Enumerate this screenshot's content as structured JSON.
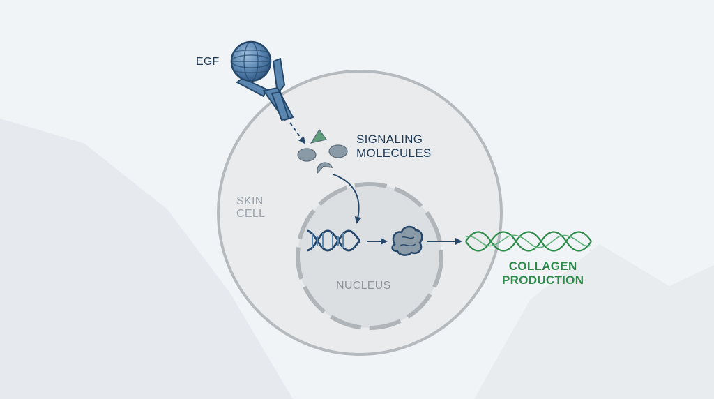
{
  "labels": {
    "egf": "EGF",
    "signaling_molecules": "SIGNALING\nMOLECULES",
    "skin_cell": "SKIN\nCELL",
    "nucleus": "NUCLEUS",
    "collagen_production": "COLLAGEN\nPRODUCTION"
  },
  "colors": {
    "background": "#f1f4f7",
    "cell_fill": "#e9ebed",
    "cell_outline": "#b5babe",
    "nucleus_fill": "#dcdfe2",
    "nucleus_outline": "#b0b5ba",
    "egf_blue": "#4c7aa8",
    "receptor_blue": "#5a86b0",
    "dark_navy": "#24476a",
    "molecule_gray": "#8a9aa6",
    "molecule_green": "#5f9e7c",
    "collagen_green": "#2e8a4a"
  },
  "icons": {
    "egf": "egf-sphere-icon",
    "receptor": "receptor-icon",
    "dna": "dna-helix-icon",
    "protein": "protein-icon",
    "collagen": "collagen-helix-icon"
  }
}
